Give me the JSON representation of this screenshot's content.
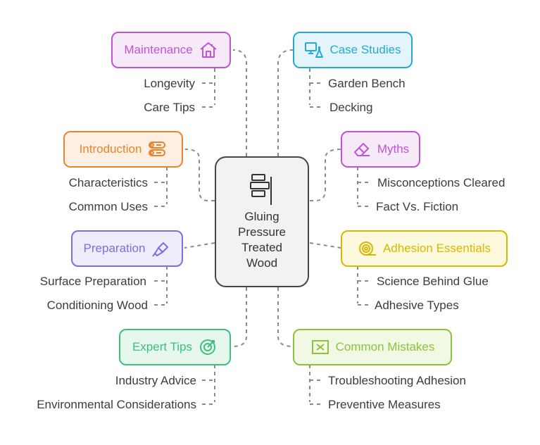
{
  "center": {
    "title_lines": [
      "Gluing",
      "Pressure",
      "Treated",
      "Wood"
    ],
    "icon": "signpost-icon"
  },
  "topics": [
    {
      "id": "maintenance",
      "label": "Maintenance",
      "icon": "house-icon",
      "color": "#c252d8",
      "fill": "#f6eaf9",
      "children": [
        "Longevity",
        "Care Tips"
      ]
    },
    {
      "id": "introduction",
      "label": "Introduction",
      "icon": "logs-icon",
      "color": "#e6852b",
      "fill": "#fdf0e3",
      "children": [
        "Characteristics",
        "Common Uses"
      ]
    },
    {
      "id": "preparation",
      "label": "Preparation",
      "icon": "glue-bottle-icon",
      "color": "#7d6ee0",
      "fill": "#efecfb",
      "children": [
        "Surface Preparation",
        "Conditioning Wood"
      ]
    },
    {
      "id": "expert_tips",
      "label": "Expert Tips",
      "icon": "target-icon",
      "color": "#3cc07b",
      "fill": "#e6f7ed",
      "children": [
        "Industry Advice",
        "Environmental Considerations"
      ]
    },
    {
      "id": "case_studies",
      "label": "Case Studies",
      "icon": "computer-lab-icon",
      "color": "#24a9d6",
      "fill": "#e3f4fa",
      "children": [
        "Garden Bench",
        "Decking"
      ]
    },
    {
      "id": "myths",
      "label": "Myths",
      "icon": "eraser-icon",
      "color": "#c252d8",
      "fill": "#f6eaf9",
      "children": [
        "Misconceptions Cleared",
        "Fact Vs. Fiction"
      ]
    },
    {
      "id": "adhesion",
      "label": "Adhesion Essentials",
      "icon": "tape-roll-icon",
      "color": "#d8b800",
      "fill": "#fdf9dc",
      "children": [
        "Science Behind Glue",
        "Adhesive Types"
      ]
    },
    {
      "id": "mistakes",
      "label": "Common Mistakes",
      "icon": "x-box-icon",
      "color": "#8ec23a",
      "fill": "#f1f8e4",
      "children": [
        "Troubleshooting Adhesion",
        "Preventive Measures"
      ]
    }
  ]
}
